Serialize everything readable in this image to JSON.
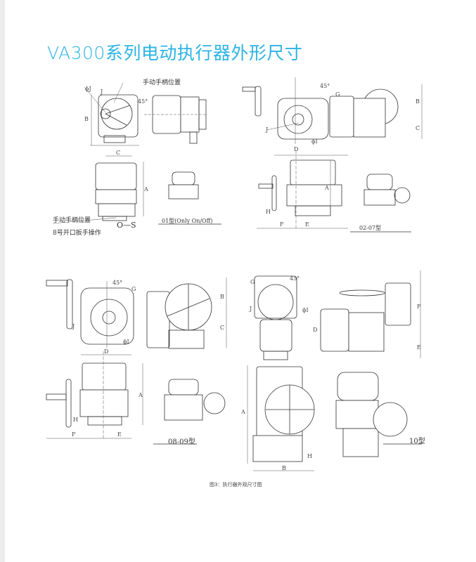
{
  "title": "VA300系列电动执行器外形尺寸",
  "figures": {
    "f01": {
      "handle_pos_top": "手动手柄位置",
      "angle": "45°",
      "handle_pos_bottom": "手动手柄位置",
      "wrench": "8号开口扳手操作",
      "os": "O—S",
      "model": "01型(Only On/Off)",
      "dims": {
        "a": "A",
        "b": "B",
        "c": "C",
        "j": "J",
        "phi": "ϕJ"
      }
    },
    "f0207": {
      "angle": "45°",
      "model": "02-07型",
      "dims": {
        "a": "A",
        "b": "B",
        "c": "C",
        "d": "D",
        "e": "E",
        "f": "F",
        "g": "G",
        "h": "H",
        "j": "J",
        "phi": "ϕI"
      }
    },
    "f0809": {
      "angle": "45°",
      "model": "08-09型",
      "dims": {
        "a": "A",
        "b": "B",
        "c": "C",
        "d": "D",
        "e": "E",
        "f": "F",
        "g": "G",
        "h": "H",
        "j": "J",
        "phi": "ϕI"
      }
    },
    "f10": {
      "angle": "45°",
      "model": "10型",
      "dims": {
        "a": "A",
        "b": "B",
        "d": "D",
        "e": "E",
        "f": "F",
        "g": "G",
        "h": "H",
        "j": "J",
        "phi": "ϕI"
      }
    }
  },
  "caption": "图3：执行器外观尺寸图"
}
